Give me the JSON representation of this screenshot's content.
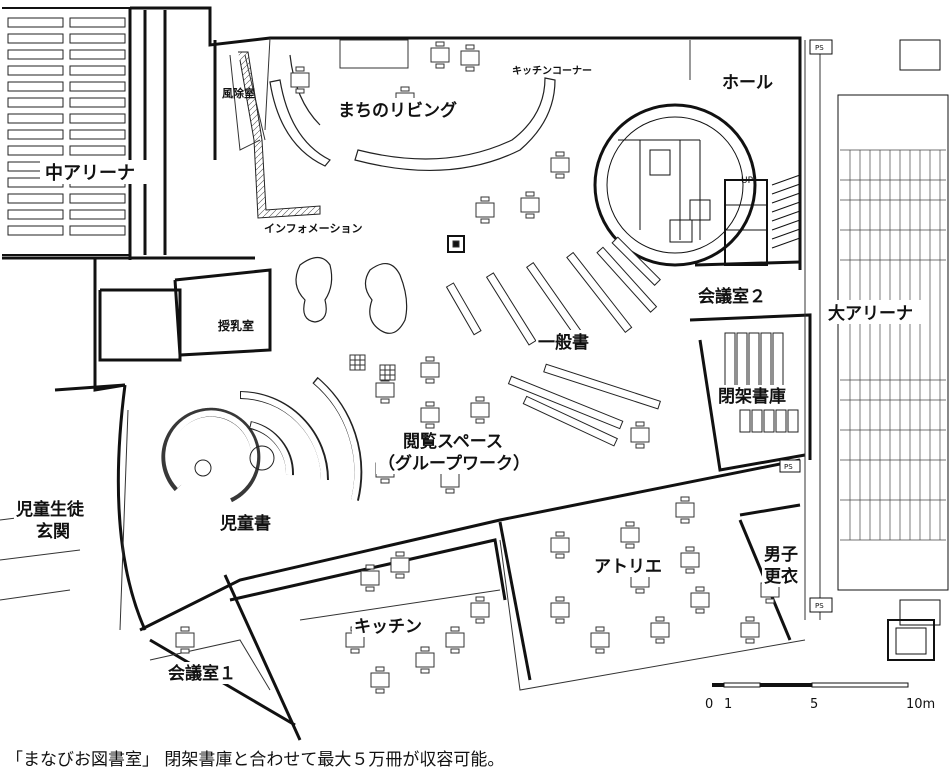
{
  "rooms": {
    "naka_arena": "中アリーナ",
    "machi_living": "まちのリビング",
    "kitchen_corner": "キッチンコーナー",
    "hall": "ホール",
    "fujoshitsu": "風除室",
    "information": "インフォメーション",
    "jyunyushitsu": "授乳室",
    "kaigishitsu2": "会議室２",
    "dai_arena": "大アリーナ",
    "ippansho": "一般書",
    "heika_shoko": "閉架書庫",
    "etsuran_space_1": "閲覧スペース",
    "etsuran_space_2": "（グループワーク）",
    "jidosho": "児童書",
    "jido_seito_genkan_1": "児童生徒",
    "jido_seito_genkan_2": "玄関",
    "kitchen": "キッチン",
    "atelier": "アトリエ",
    "danshi_koui_1": "男子",
    "danshi_koui_2": "更衣",
    "kaigishitsu1": "会議室１",
    "up": "UP",
    "ps": "PS"
  },
  "scale_bar": {
    "labels": [
      "0",
      "1",
      "5",
      "10m"
    ]
  },
  "caption": "「まなびお図書室」 閉架書庫と合わせて最大５万冊が収容可能。"
}
